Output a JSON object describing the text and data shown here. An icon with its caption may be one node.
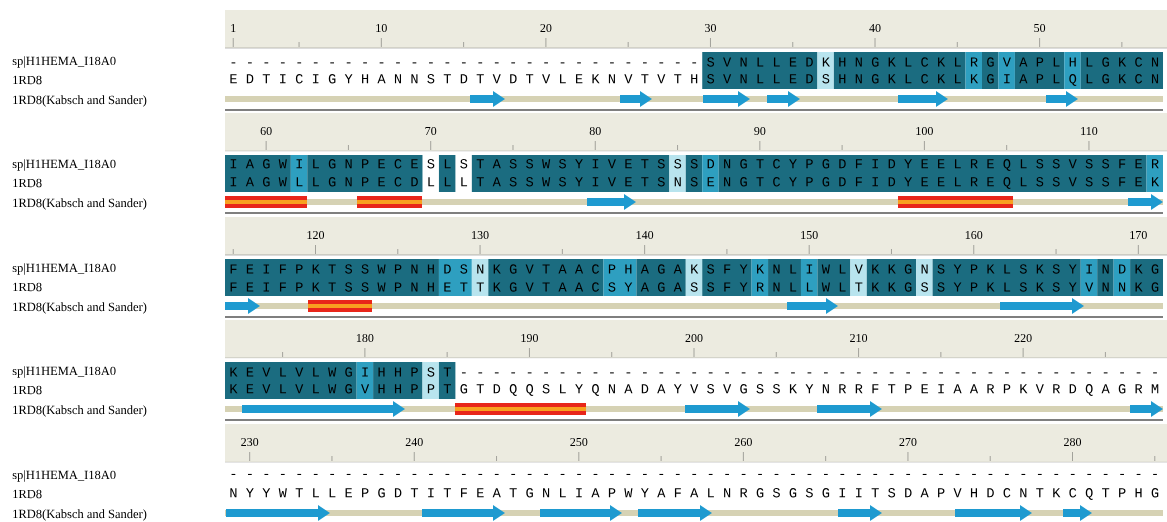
{
  "diagram": {
    "labels": [
      "1",
      "10",
      "20",
      "30",
      "40",
      "50",
      "sp|H1HEMA_I18A0",
      "- - - - - - - - - - - - - - - - - - - - - - - - - - - - - S V N L L E D K H N G K L C K L R G V A P L H L G K C N",
      "1RD8",
      "E D T I C I G Y H A N N S T D T V D T V L E K N V T V T H S V N L L E D S H N G K L C K L K G I A P L Q L G K C N",
      "1RD8(Kabsch and Sander)",
      "60",
      "70",
      "80",
      "90",
      "100",
      "110",
      "sp|H1HEMA_I18A0",
      "I A G W I L G N P E C E S L S T A S S W S Y I V E T S S S D N G T C Y P G D F I D Y E E L R E Q L S S V S S F E R",
      "1RD8",
      "I A G W L L G N P E C D L L L T A S S W S Y I V E T S N S E N G T C Y P G D F I D Y E E L R E Q L S S V S S F E K",
      "1RD8(Kabsch and Sander)",
      "120",
      "130",
      "140",
      "150",
      "160",
      "170",
      "sp|H1HEMA_I18A0",
      "F E I F P K T S S W P N H D S N K G V T A A C P H A G A K S F Y K N L I W L V K K G N S Y P K L S K S Y I N D K G",
      "1RD8",
      "F E I F P K T S S W P N H E T T K G V T A A C S Y A G A S S F Y R N L L W L T K K G S S Y P K L S K S Y V N N K G",
      "1RD8(Kabsch and Sander)",
      "180",
      "190",
      "200",
      "210",
      "220",
      "sp|H1HEMA_I18A0",
      "K E V L V L W G I H H P S T - - - - - - - - - - - - - - - - - - - - - - - - - - - - - - - - - - - - - - - - - - -",
      "1RD8",
      "K E V L V L W G V H H P P T G T D Q Q S L Y Q N A D A Y V S V G S S K Y N R R F T P E I A A R P K V R D Q A G R M",
      "1RD8(Kabsch and Sander)",
      "230",
      "240",
      "250",
      "260",
      "270",
      "280",
      "sp|H1HEMA_I18A0",
      "- - - - - - - - - - - - - - - - - - - - - - - - - - - - - - - - - - - - - - - - - - - - - - - - - - - - - - - - -",
      "1RD8",
      "N Y Y W T L L E P G D T I T F E A T G N L I A P W Y A F A L N R G S G S G I I T S D A P V H D C N T K C Q T P H G",
      "1RD8(Kabsch and Sander)"
    ]
  }
}
